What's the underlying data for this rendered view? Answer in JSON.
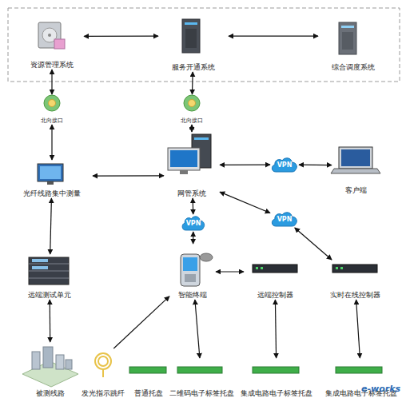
{
  "diagram": {
    "nodes": [
      {
        "text": [
          "资源管理系统"
        ]
      },
      {
        "text": [
          "服务开通系统"
        ]
      },
      {
        "text": [
          "综合调度系统"
        ]
      },
      {
        "text": [
          "北向接口"
        ]
      },
      {
        "text": [
          "北向接口"
        ]
      },
      {
        "text": [
          "光纤线路集中测量"
        ]
      },
      {
        "text": [
          "网管系统"
        ]
      },
      {
        "text": [
          "VPN"
        ]
      },
      {
        "text": [
          "客户端"
        ]
      },
      {
        "text": [
          "VPN"
        ]
      },
      {
        "text": [
          "VPN"
        ]
      },
      {
        "text": [
          "远端测试单元"
        ]
      },
      {
        "text": [
          "智能终端"
        ]
      },
      {
        "text": [
          "远端控制器"
        ]
      },
      {
        "text": [
          "实时在线控制器"
        ]
      },
      {
        "text": [
          "被测线路"
        ]
      },
      {
        "text": [
          "发光指示跳纤"
        ]
      },
      {
        "text": [
          "普通托盘"
        ]
      },
      {
        "text": [
          "二维码电子标签托盘"
        ]
      },
      {
        "text": [
          "集成电路电子标签托盘"
        ]
      },
      {
        "text": [
          "集成电路电子标签托盘"
        ]
      }
    ],
    "edges": [
      {
        "from": 0,
        "to": 1,
        "arrow": "both"
      },
      {
        "from": 1,
        "to": 2,
        "arrow": "both"
      },
      {
        "from": 0,
        "to": 3,
        "arrow": "both"
      },
      {
        "from": 3,
        "to": 5,
        "arrow": "both"
      },
      {
        "from": 1,
        "to": 4,
        "arrow": "both"
      },
      {
        "from": 4,
        "to": 6,
        "arrow": "both"
      },
      {
        "from": 5,
        "to": 6,
        "arrow": "both"
      },
      {
        "from": 6,
        "to": 7,
        "arrow": "both"
      },
      {
        "from": 7,
        "to": 8,
        "arrow": "both"
      },
      {
        "from": 6,
        "to": 9,
        "arrow": "both"
      },
      {
        "from": 9,
        "to": 12,
        "arrow": "both"
      },
      {
        "from": 6,
        "to": 10,
        "arrow": "both"
      },
      {
        "from": 10,
        "to": 14,
        "arrow": "both"
      },
      {
        "from": 5,
        "to": 11,
        "arrow": "both"
      },
      {
        "from": 11,
        "to": 15,
        "arrow": "both"
      },
      {
        "from": 12,
        "to": 13,
        "arrow": "both"
      },
      {
        "from": 16,
        "to": 12,
        "arrow": "to"
      },
      {
        "from": 12,
        "to": 18,
        "arrow": "both"
      },
      {
        "from": 13,
        "to": 19,
        "arrow": "both"
      },
      {
        "from": 14,
        "to": 20,
        "arrow": "both"
      }
    ],
    "labels": [
      "e-works"
    ]
  }
}
